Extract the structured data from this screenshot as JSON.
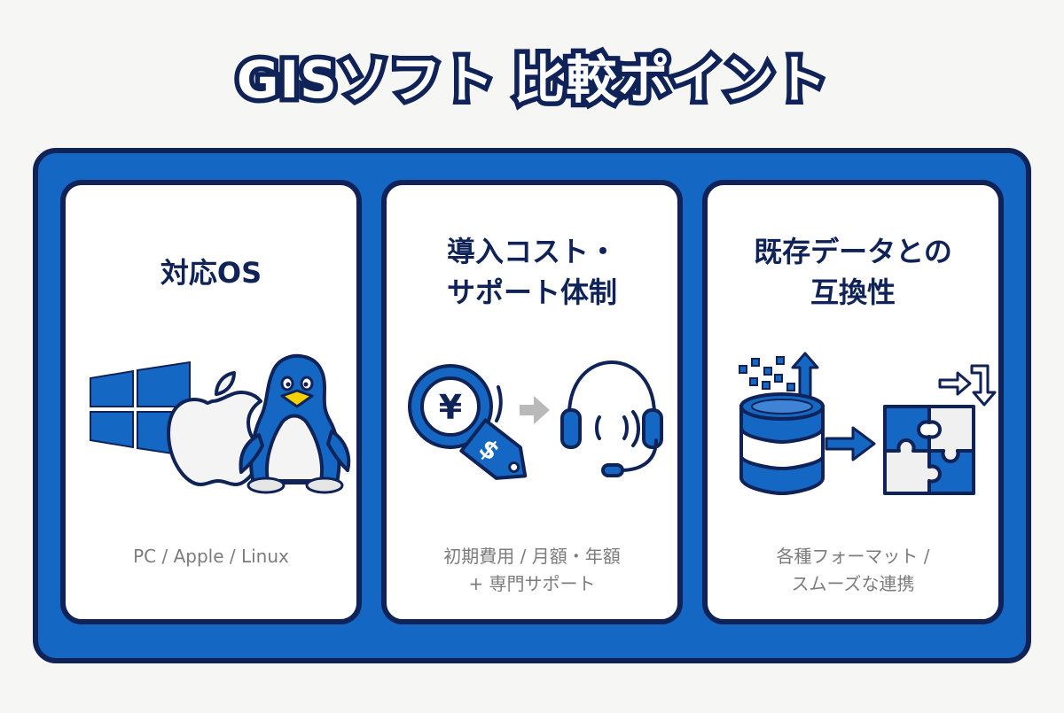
{
  "title": "GISソフト 比較ポイント",
  "colors": {
    "primary_blue": "#1567c4",
    "navy_outline": "#0f2358",
    "caption_gray": "#7c7c7c",
    "background": "#f6f6f4"
  },
  "cards": [
    {
      "title_lines": [
        "対応OS"
      ],
      "icon": "os-logos-icon",
      "caption_lines": [
        "PC / Apple / Linux"
      ]
    },
    {
      "title_lines": [
        "導入コスト・",
        "サポート体制"
      ],
      "icon": "cost-support-icon",
      "icon_text": "¥",
      "tag_text": "$",
      "caption_lines": [
        "初期費用 / 月額・年額",
        "+ 専門サポート"
      ]
    },
    {
      "title_lines": [
        "既存データとの",
        "互換性"
      ],
      "icon": "data-compatibility-icon",
      "caption_lines": [
        "各種フォーマット /",
        "スムーズな連携"
      ]
    }
  ]
}
